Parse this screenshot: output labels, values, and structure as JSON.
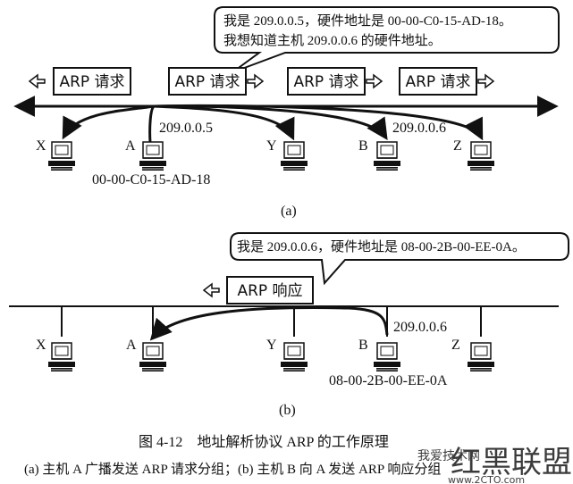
{
  "panel_a": {
    "bubble_line1": "我是 209.0.0.5，硬件地址是 00-00-C0-15-AD-18。",
    "bubble_line2": "我想知道主机 209.0.0.6 的硬件地址。",
    "packet_label": "ARP 请求",
    "host_x": "X",
    "host_a": "A",
    "host_y": "Y",
    "host_b": "B",
    "host_z": "Z",
    "ip_a": "209.0.0.5",
    "ip_b": "209.0.0.6",
    "mac_a": "00-00-C0-15-AD-18",
    "caption": "(a)"
  },
  "panel_b": {
    "bubble_line1": "我是 209.0.0.6，硬件地址是 08-00-2B-00-EE-0A。",
    "packet_label": "ARP 响应",
    "host_x": "X",
    "host_a": "A",
    "host_y": "Y",
    "host_b": "B",
    "host_z": "Z",
    "ip_b": "209.0.0.6",
    "mac_b": "08-00-2B-00-EE-0A",
    "caption": "(b)"
  },
  "figure": {
    "title": "图 4-12　地址解析协议 ARP 的工作原理",
    "subtitle": "(a) 主机 A 广播发送 ARP 请求分组；(b) 主机 B 向 A 发送 ARP 响应分组"
  },
  "watermark": {
    "brand": "红黑联盟",
    "small": "我爱技术网",
    "url": "www.2CTO.com"
  }
}
